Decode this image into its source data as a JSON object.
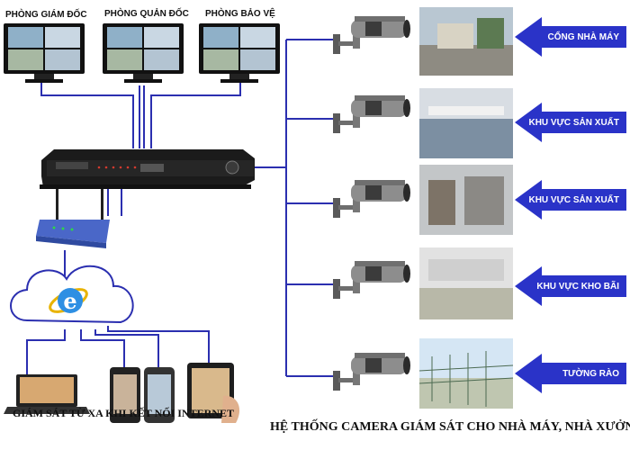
{
  "rooms": [
    "PHÒNG GIÁM ĐỐC",
    "PHÒNG QUẢN ĐỐC",
    "PHÒNG BẢO VỆ"
  ],
  "zones": [
    "CỔNG NHÀ MÁY",
    "KHU VỰC SẢN XUẤT",
    "KHU VỰC SẢN XUẤT",
    "KHU VỰC KHO BÃI",
    "TƯỜNG RÀO"
  ],
  "remote_label": "GIÁM SÁT TỪ XA KHI KẾT NỐI INTERNET",
  "title": "HỆ THỐNG CAMERA GIÁM SÁT CHO NHÀ MÁY, NHÀ XƯỞNG",
  "colors": {
    "link": "#2b2fb0",
    "arrow": "#2a33c8",
    "arrow_dark": "#1a2090",
    "dvr": "#1b1b1b",
    "router": "#4a67c8"
  },
  "icons": [
    "monitor-icon",
    "dvr-recorder-icon",
    "wifi-router-icon",
    "internet-cloud-icon",
    "internet-explorer-icon",
    "cctv-camera-icon",
    "laptop-icon",
    "smartphone-icon",
    "tablet-icon",
    "zone-arrow-icon"
  ]
}
